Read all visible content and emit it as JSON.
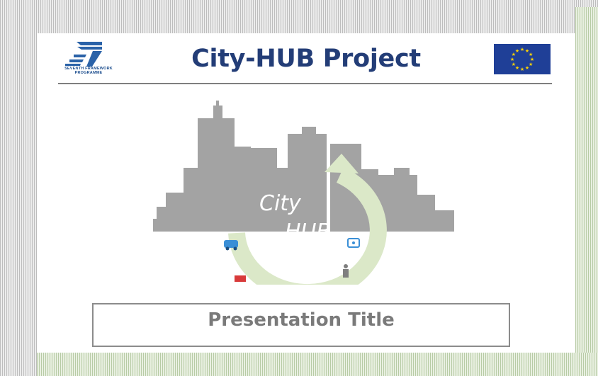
{
  "header": {
    "title": "City-HUB Project",
    "program_logo": {
      "line1": "SEVENTH FRAMEWORK",
      "line2": "PROGRAMME",
      "icon": "fp7-icon",
      "color": "#1e4f8f"
    },
    "flag": {
      "icon": "eu-flag-icon",
      "color": "#1f3f97",
      "star_color": "#ffd200"
    }
  },
  "logo": {
    "word1": "City",
    "word2": "HUB",
    "icon": "city-skyline-icon",
    "skyline_color": "#9e9e9e",
    "arrow_color": "#dbe8c8",
    "transport_icons": [
      "car-icon",
      "bus-icon",
      "tram-icon",
      "walking-person-icon",
      "bicycle-icon",
      "train-icon"
    ]
  },
  "presentation": {
    "title": "Presentation Title"
  },
  "theme": {
    "title_color": "#233d77",
    "box_border": "#8c8c8c",
    "subtitle_color": "#7a7a7a"
  }
}
